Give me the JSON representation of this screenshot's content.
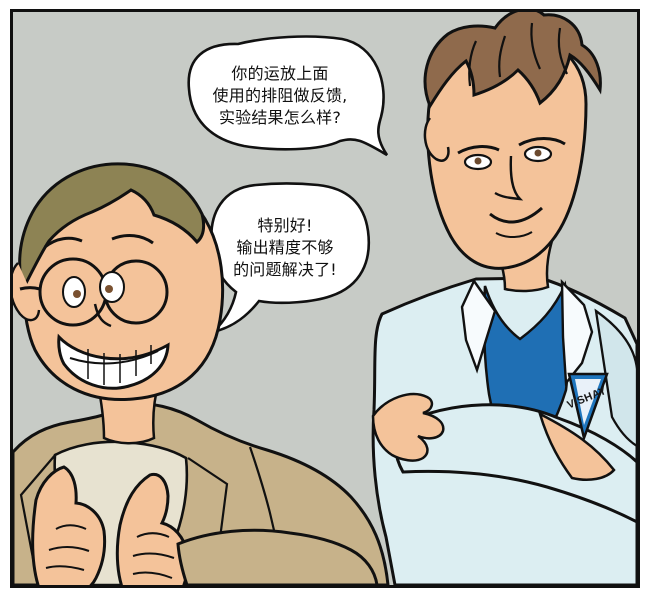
{
  "bubbles": {
    "top": {
      "lines": [
        "你的运放上面",
        "使用的排阻做反馈,",
        "实验结果怎么样?"
      ]
    },
    "bottom": {
      "lines": [
        "特别好!",
        "输出精度不够",
        "的问题解决了!"
      ]
    }
  },
  "badge": {
    "brand": "VISHAY"
  },
  "colors": {
    "background": "#c7cbc6",
    "skin": "#f4c39a",
    "olive_hair": "#8d8354",
    "brown_hair": "#8f6a4c",
    "jacket": "#c7b28a",
    "shirt": "#e7e2d0",
    "lab_coat": "#dceef2",
    "blue_shirt": "#1f6fb4",
    "outline": "#111111"
  }
}
